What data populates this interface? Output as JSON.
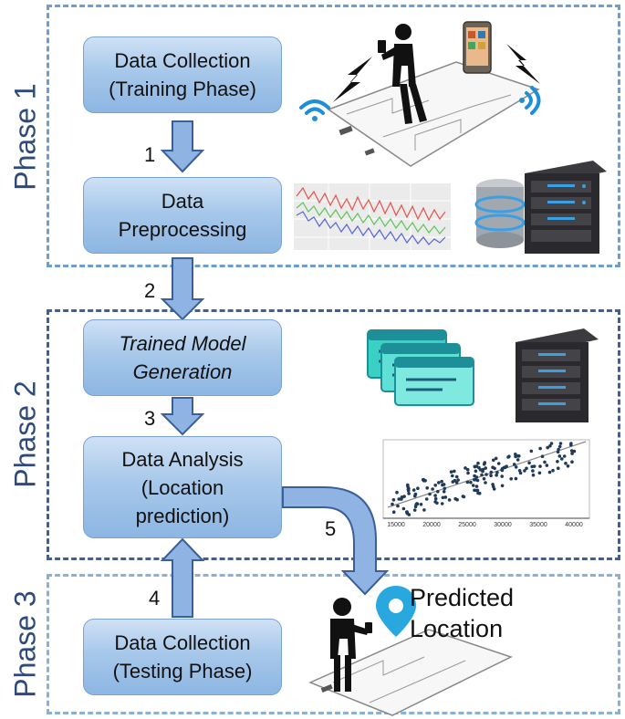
{
  "phases": [
    {
      "label": "Phase 1"
    },
    {
      "label": "Phase 2"
    },
    {
      "label": "Phase 3"
    }
  ],
  "boxes": {
    "data_collection_training": {
      "line1": "Data Collection",
      "line2": "(Training Phase)"
    },
    "data_preprocessing": {
      "line1": "Data",
      "line2": "Preprocessing"
    },
    "trained_model": {
      "line1": "Trained Model",
      "line2": "Generation"
    },
    "data_analysis": {
      "line1": "Data Analysis",
      "line2": "(Location",
      "line3": "prediction)"
    },
    "data_collection_testing": {
      "line1": "Data Collection",
      "line2": "(Testing Phase)"
    }
  },
  "steps": [
    "1",
    "2",
    "3",
    "4",
    "5"
  ],
  "predicted": {
    "line1": "Predicted",
    "line2": "Location"
  },
  "scatter_axis": {
    "ticks": [
      "15000",
      "20000",
      "25000",
      "30000",
      "35000",
      "40000"
    ]
  },
  "colors": {
    "arrow_fill": "#8fb3e2",
    "arrow_stroke": "#3b5f99",
    "pin": "#29a8e0",
    "wifi": "#1d8fd8"
  },
  "icons": [
    "wifi-icon",
    "lightning-icon",
    "walking-person-icon",
    "smartphone-icon",
    "signal-chart-icon",
    "database-icon",
    "server-icon",
    "app-windows-icon",
    "scatter-plot-icon",
    "location-pin-icon",
    "standing-person-icon",
    "floor-plan-icon"
  ]
}
